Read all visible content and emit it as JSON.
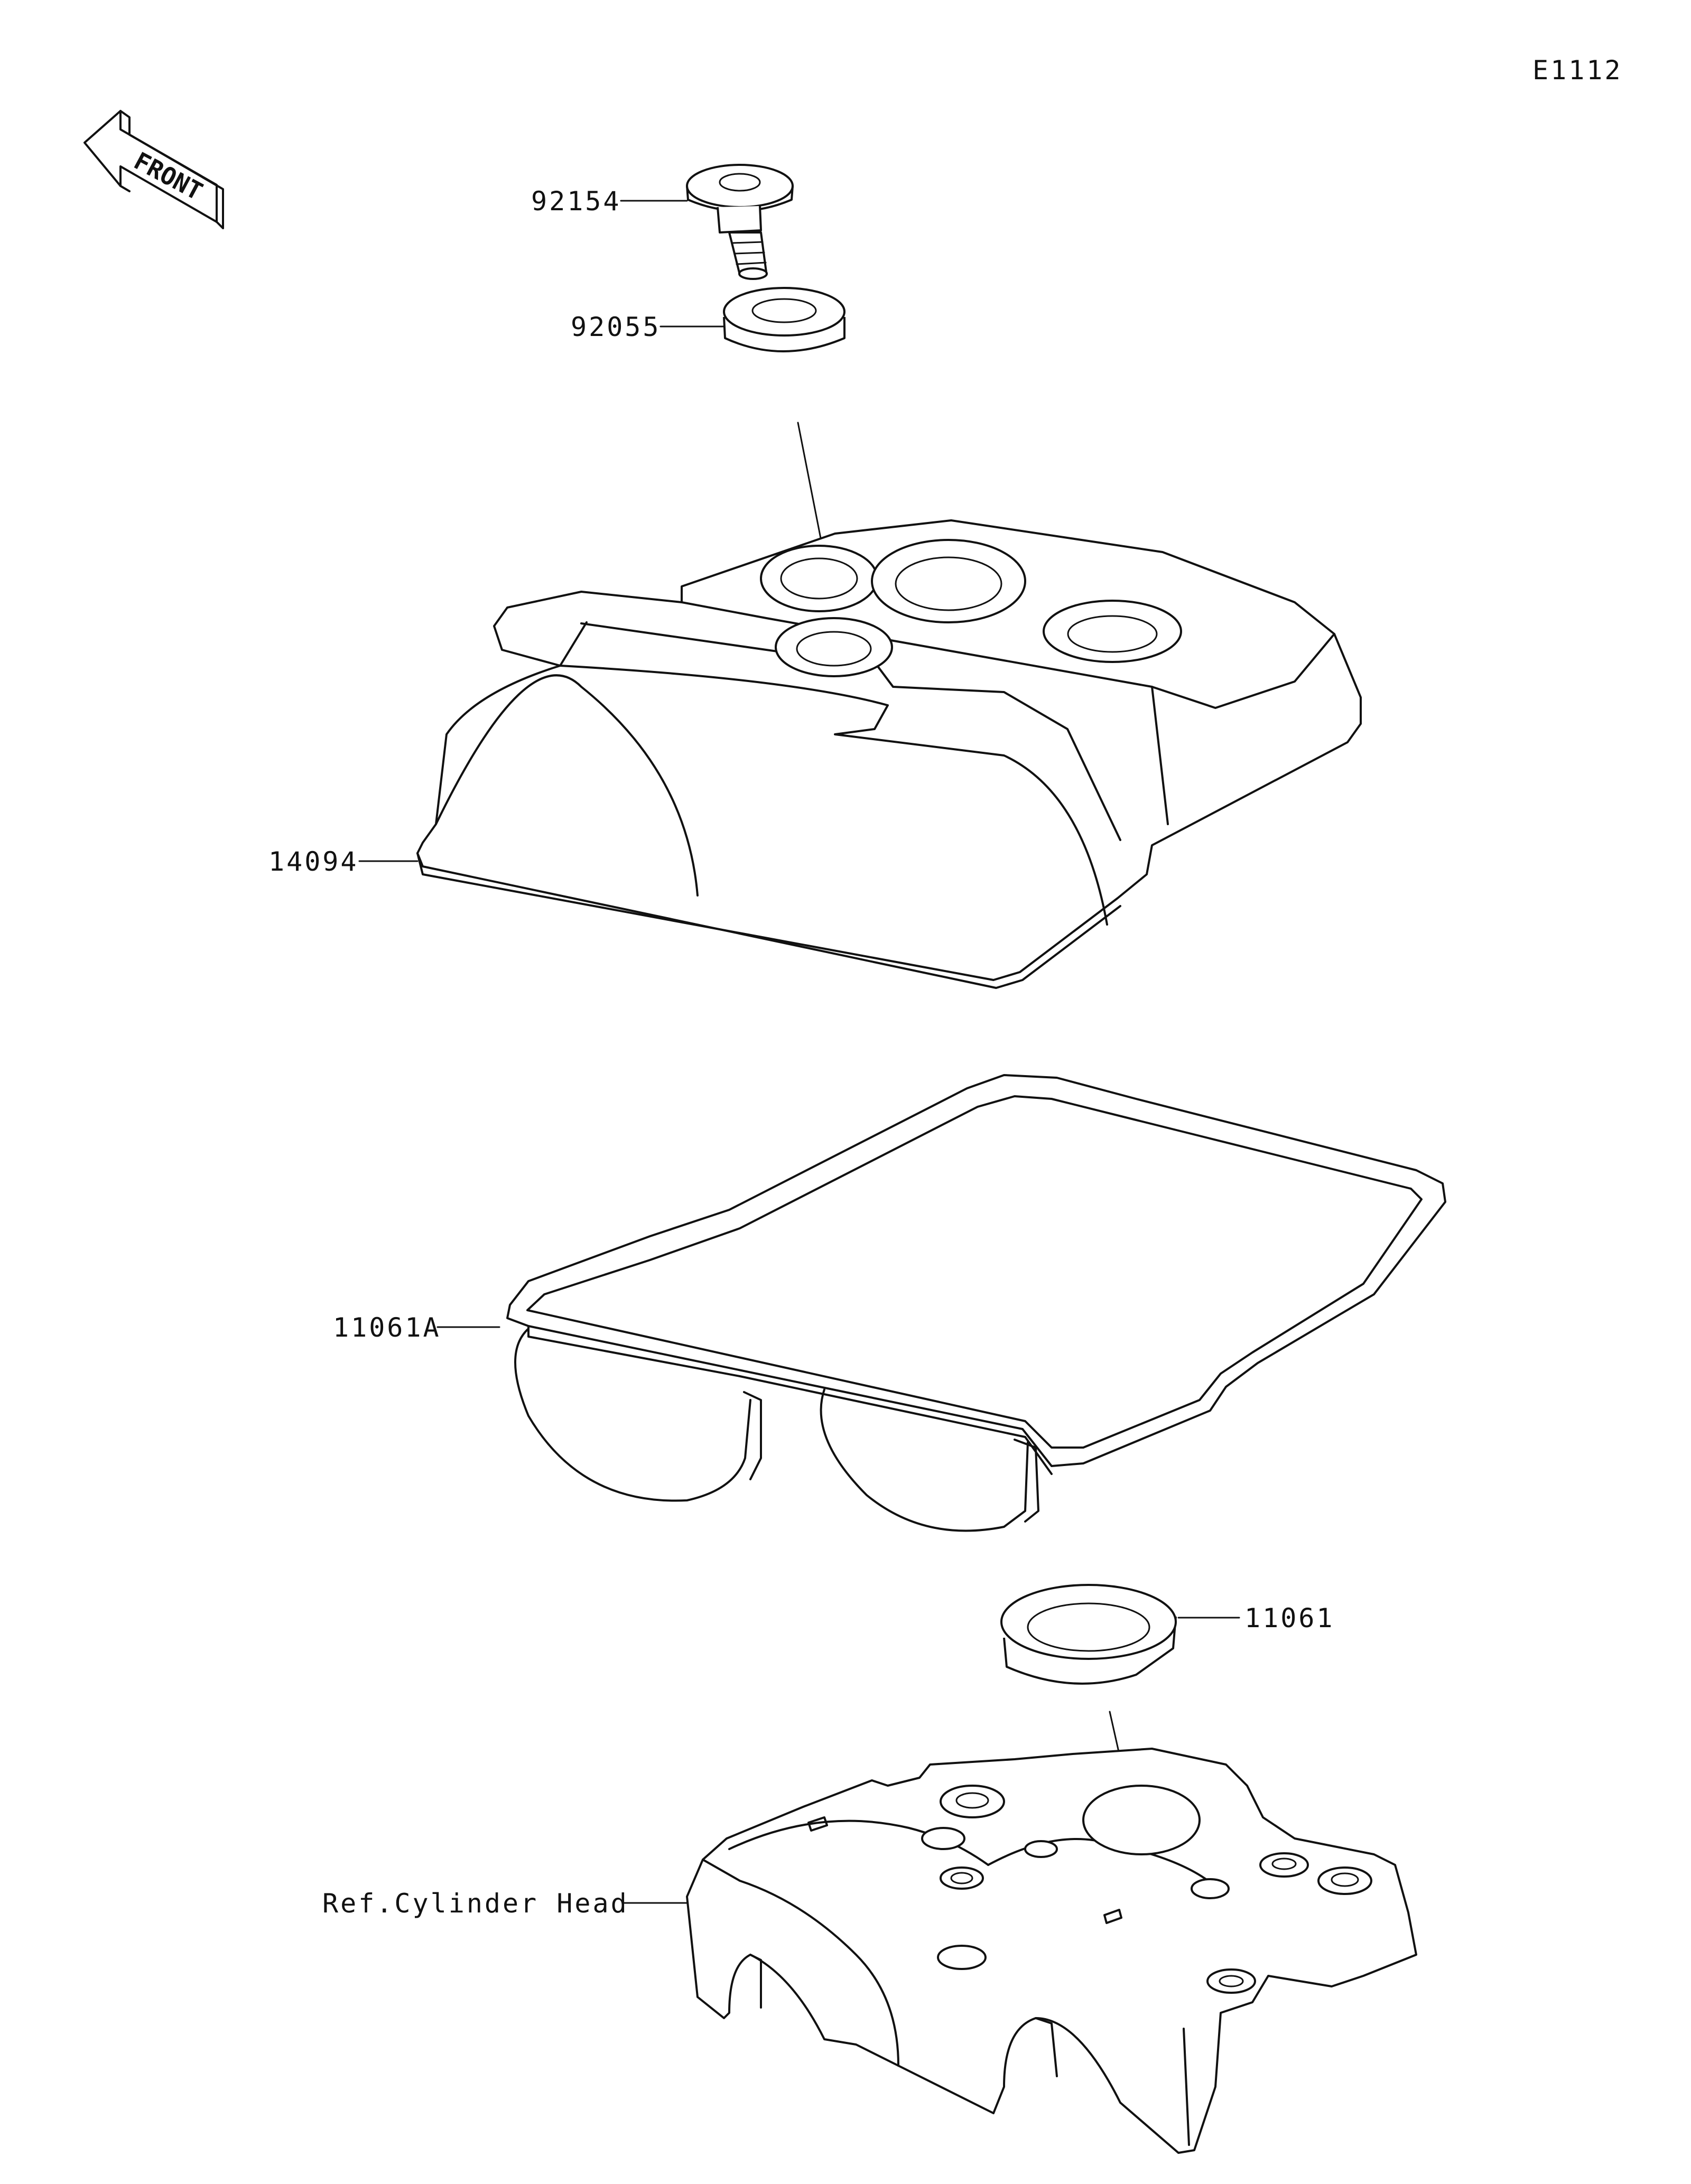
{
  "diagram_code": "E1112",
  "front_label": "FRONT",
  "parts": {
    "bolt": "92154",
    "washer": "92055",
    "cover": "14094",
    "gasket_a": "11061A",
    "gasket": "11061",
    "reference": "Ref.Cylinder Head"
  }
}
